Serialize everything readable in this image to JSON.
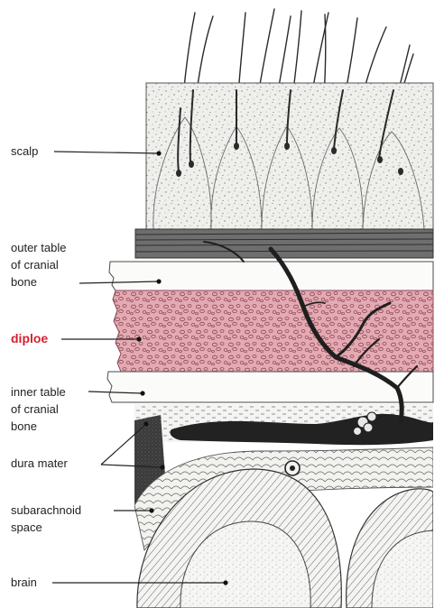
{
  "colors": {
    "highlight_label": "#d42030",
    "diploe_fill": "#e4a9b2",
    "label_text": "#222222",
    "ink": "#2a2a2a"
  },
  "labels": {
    "scalp": "scalp",
    "outer_table": "outer table\nof cranial\nbone",
    "diploe": "diploe",
    "inner_table": "inner table\nof cranial\nbone",
    "dura_mater": "dura mater",
    "subarachnoid": "subarachnoid\nspace",
    "brain": "brain"
  }
}
